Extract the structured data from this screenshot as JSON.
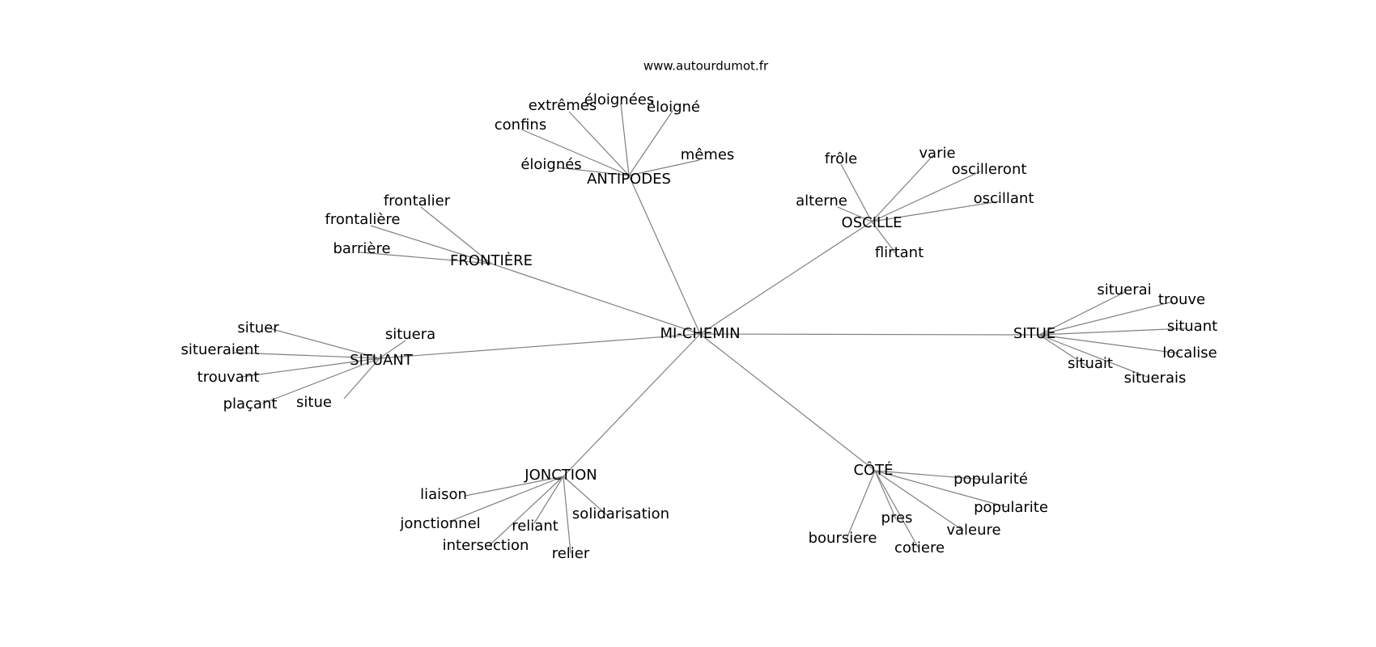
{
  "source": "www.autourdumot.fr",
  "graph": {
    "center": "MI-CHEMIN",
    "clusters": [
      {
        "hub": "ANTIPODES",
        "leaves": [
          "extrêmes",
          "éloignées",
          "éloigné",
          "confins",
          "éloignés",
          "mêmes"
        ]
      },
      {
        "hub": "FRONTIÈRE",
        "leaves": [
          "frontalier",
          "frontalière",
          "barrière"
        ]
      },
      {
        "hub": "OSCILLE",
        "leaves": [
          "frôle",
          "varie",
          "oscilleront",
          "alterne",
          "oscillant",
          "flirtant"
        ]
      },
      {
        "hub": "SITUANT",
        "leaves": [
          "situer",
          "situera",
          "situeraient",
          "trouvant",
          "plaçant",
          "situe"
        ]
      },
      {
        "hub": "SITUE",
        "leaves": [
          "situerai",
          "trouve",
          "situant",
          "localise",
          "situait",
          "situerais"
        ]
      },
      {
        "hub": "JONCTION",
        "leaves": [
          "liaison",
          "jonctionnel",
          "reliant",
          "solidarisation",
          "intersection",
          "relier"
        ]
      },
      {
        "hub": "CÔTÉ",
        "leaves": [
          "popularité",
          "popularite",
          "pres",
          "valeure",
          "boursiere",
          "cotiere"
        ]
      }
    ]
  }
}
